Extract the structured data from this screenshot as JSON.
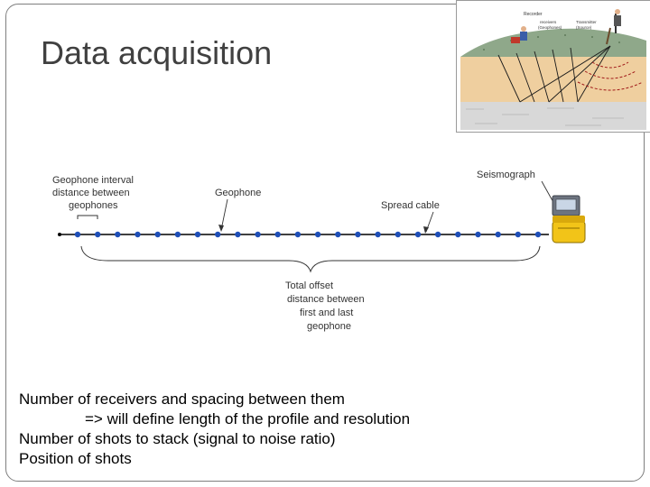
{
  "slide": {
    "title": "Data acquisition",
    "photo_labels": {
      "recorder": "Recorder",
      "receivers": "receivers",
      "receivers_sub": "(Geophones)",
      "source": "Transmitter",
      "source_sub": "(Source)"
    },
    "diagram": {
      "geophone_interval_line1": "Geophone interval",
      "geophone_interval_line2": "distance between",
      "geophone_interval_line3": "geophones",
      "geophone_label": "Geophone",
      "spread_cable_label": "Spread cable",
      "seismograph_label": "Seismograph",
      "total_offset_line1": "Total offset",
      "total_offset_line2": "distance between",
      "total_offset_line3": "first and last",
      "total_offset_line4": "geophone",
      "geophone_count": 24
    },
    "bullets": [
      "Number of receivers and spacing between them",
      "=> will define length of the profile and resolution",
      "Number of shots to stack (signal to noise ratio)",
      "Position of shots"
    ],
    "colors": {
      "title": "#404040",
      "geophone": "#1f4fb8",
      "cable": "#000000",
      "seismograph_yellow": "#f2c418",
      "surface_green": "#8fa88a",
      "soil": "#efcf9f",
      "bedrock": "#d8d8d8",
      "ray": "#a01818"
    }
  }
}
